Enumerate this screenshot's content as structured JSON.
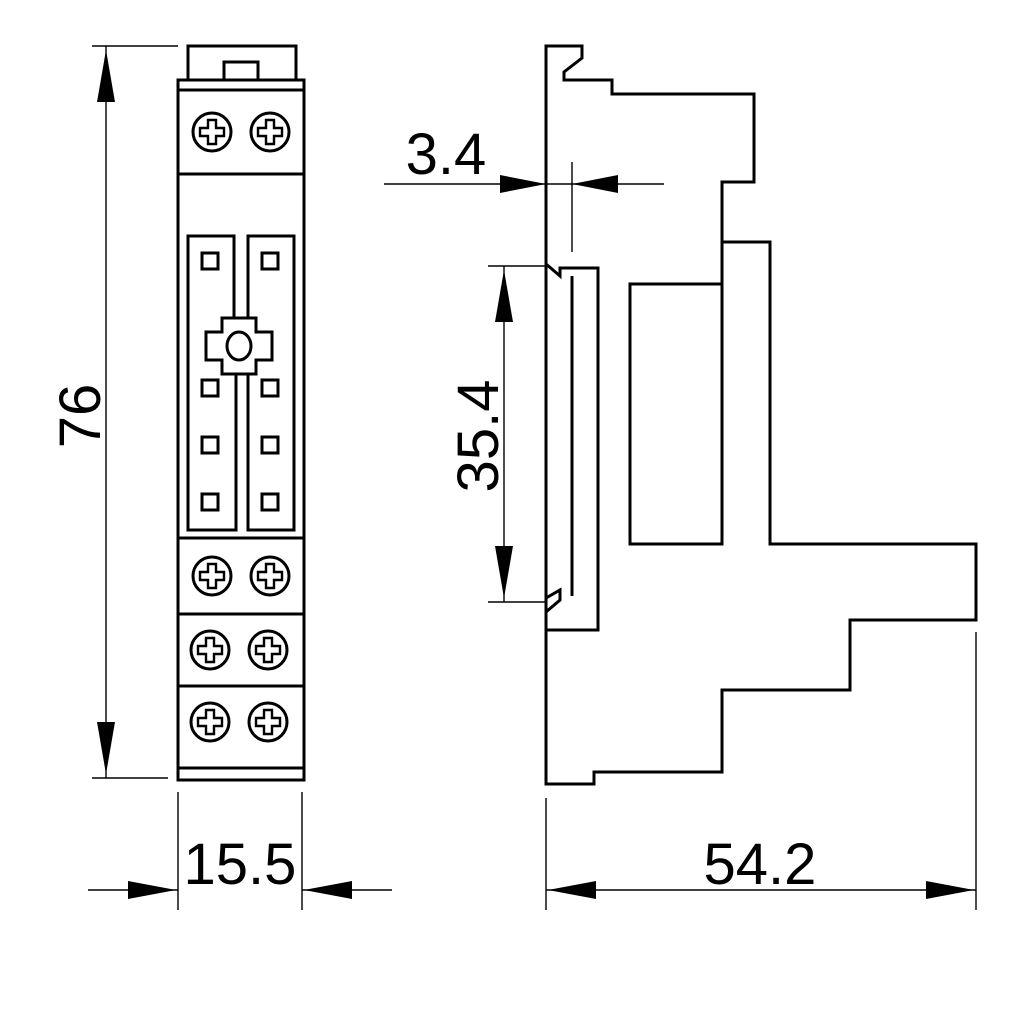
{
  "dimensions": {
    "height": "76",
    "width": "15.5",
    "rail_offset": "3.4",
    "rail_height": "35.4",
    "depth": "54.2"
  },
  "colors": {
    "line": "#000000",
    "background": "#ffffff"
  },
  "icons": {
    "terminal_screw": "screw-plus-icon"
  }
}
